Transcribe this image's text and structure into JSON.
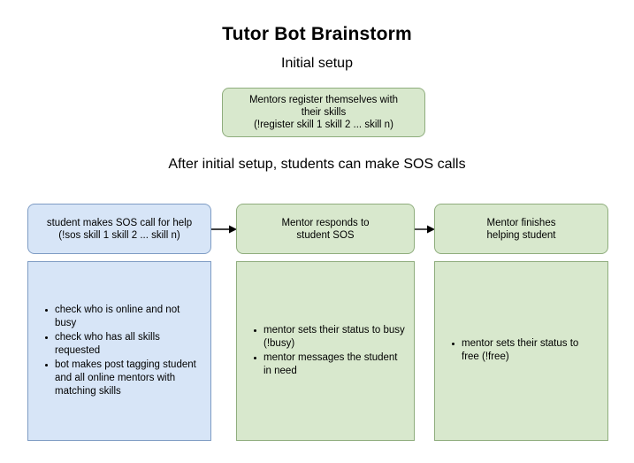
{
  "header": {
    "title": "Tutor Bot Brainstorm",
    "subtitle": "Initial setup",
    "section_heading": "After initial setup, students can make SOS calls"
  },
  "colors": {
    "green_fill": "#d8e8cd",
    "green_border": "#8fad7d",
    "blue_fill": "#d7e5f7",
    "blue_border": "#7e9cc4",
    "arrow": "#000000",
    "text": "#000000"
  },
  "setup_flow": {
    "register_box": "Mentors register themselves with\ntheir skills\n(!register skill 1 skill 2 ... skill n)"
  },
  "sos_flow": {
    "steps": [
      {
        "id": "sos-call",
        "color": "blue",
        "text": "student makes SOS call for help\n(!sos skill 1 skill 2 ... skill n)"
      },
      {
        "id": "mentor-responds",
        "color": "green",
        "text": "Mentor responds to\nstudent SOS"
      },
      {
        "id": "mentor-finishes",
        "color": "green",
        "text": "Mentor finishes\nhelping student"
      }
    ]
  },
  "detail_panels": [
    {
      "id": "student-checks",
      "color": "blue",
      "bullets": [
        "check who is online and not busy",
        "check who has all skills requested",
        "bot makes post tagging student and all online mentors with matching skills"
      ]
    },
    {
      "id": "mentor-busy",
      "color": "green",
      "bullets": [
        "mentor sets their status to busy (!busy)",
        "mentor messages the student in need"
      ]
    },
    {
      "id": "mentor-free",
      "color": "green",
      "bullets": [
        "mentor sets their status to free (!free)"
      ]
    }
  ],
  "icons": {
    "arrow_1": "arrow-right-icon",
    "arrow_2": "arrow-right-icon",
    "bullet": "bullet-dot-icon"
  }
}
